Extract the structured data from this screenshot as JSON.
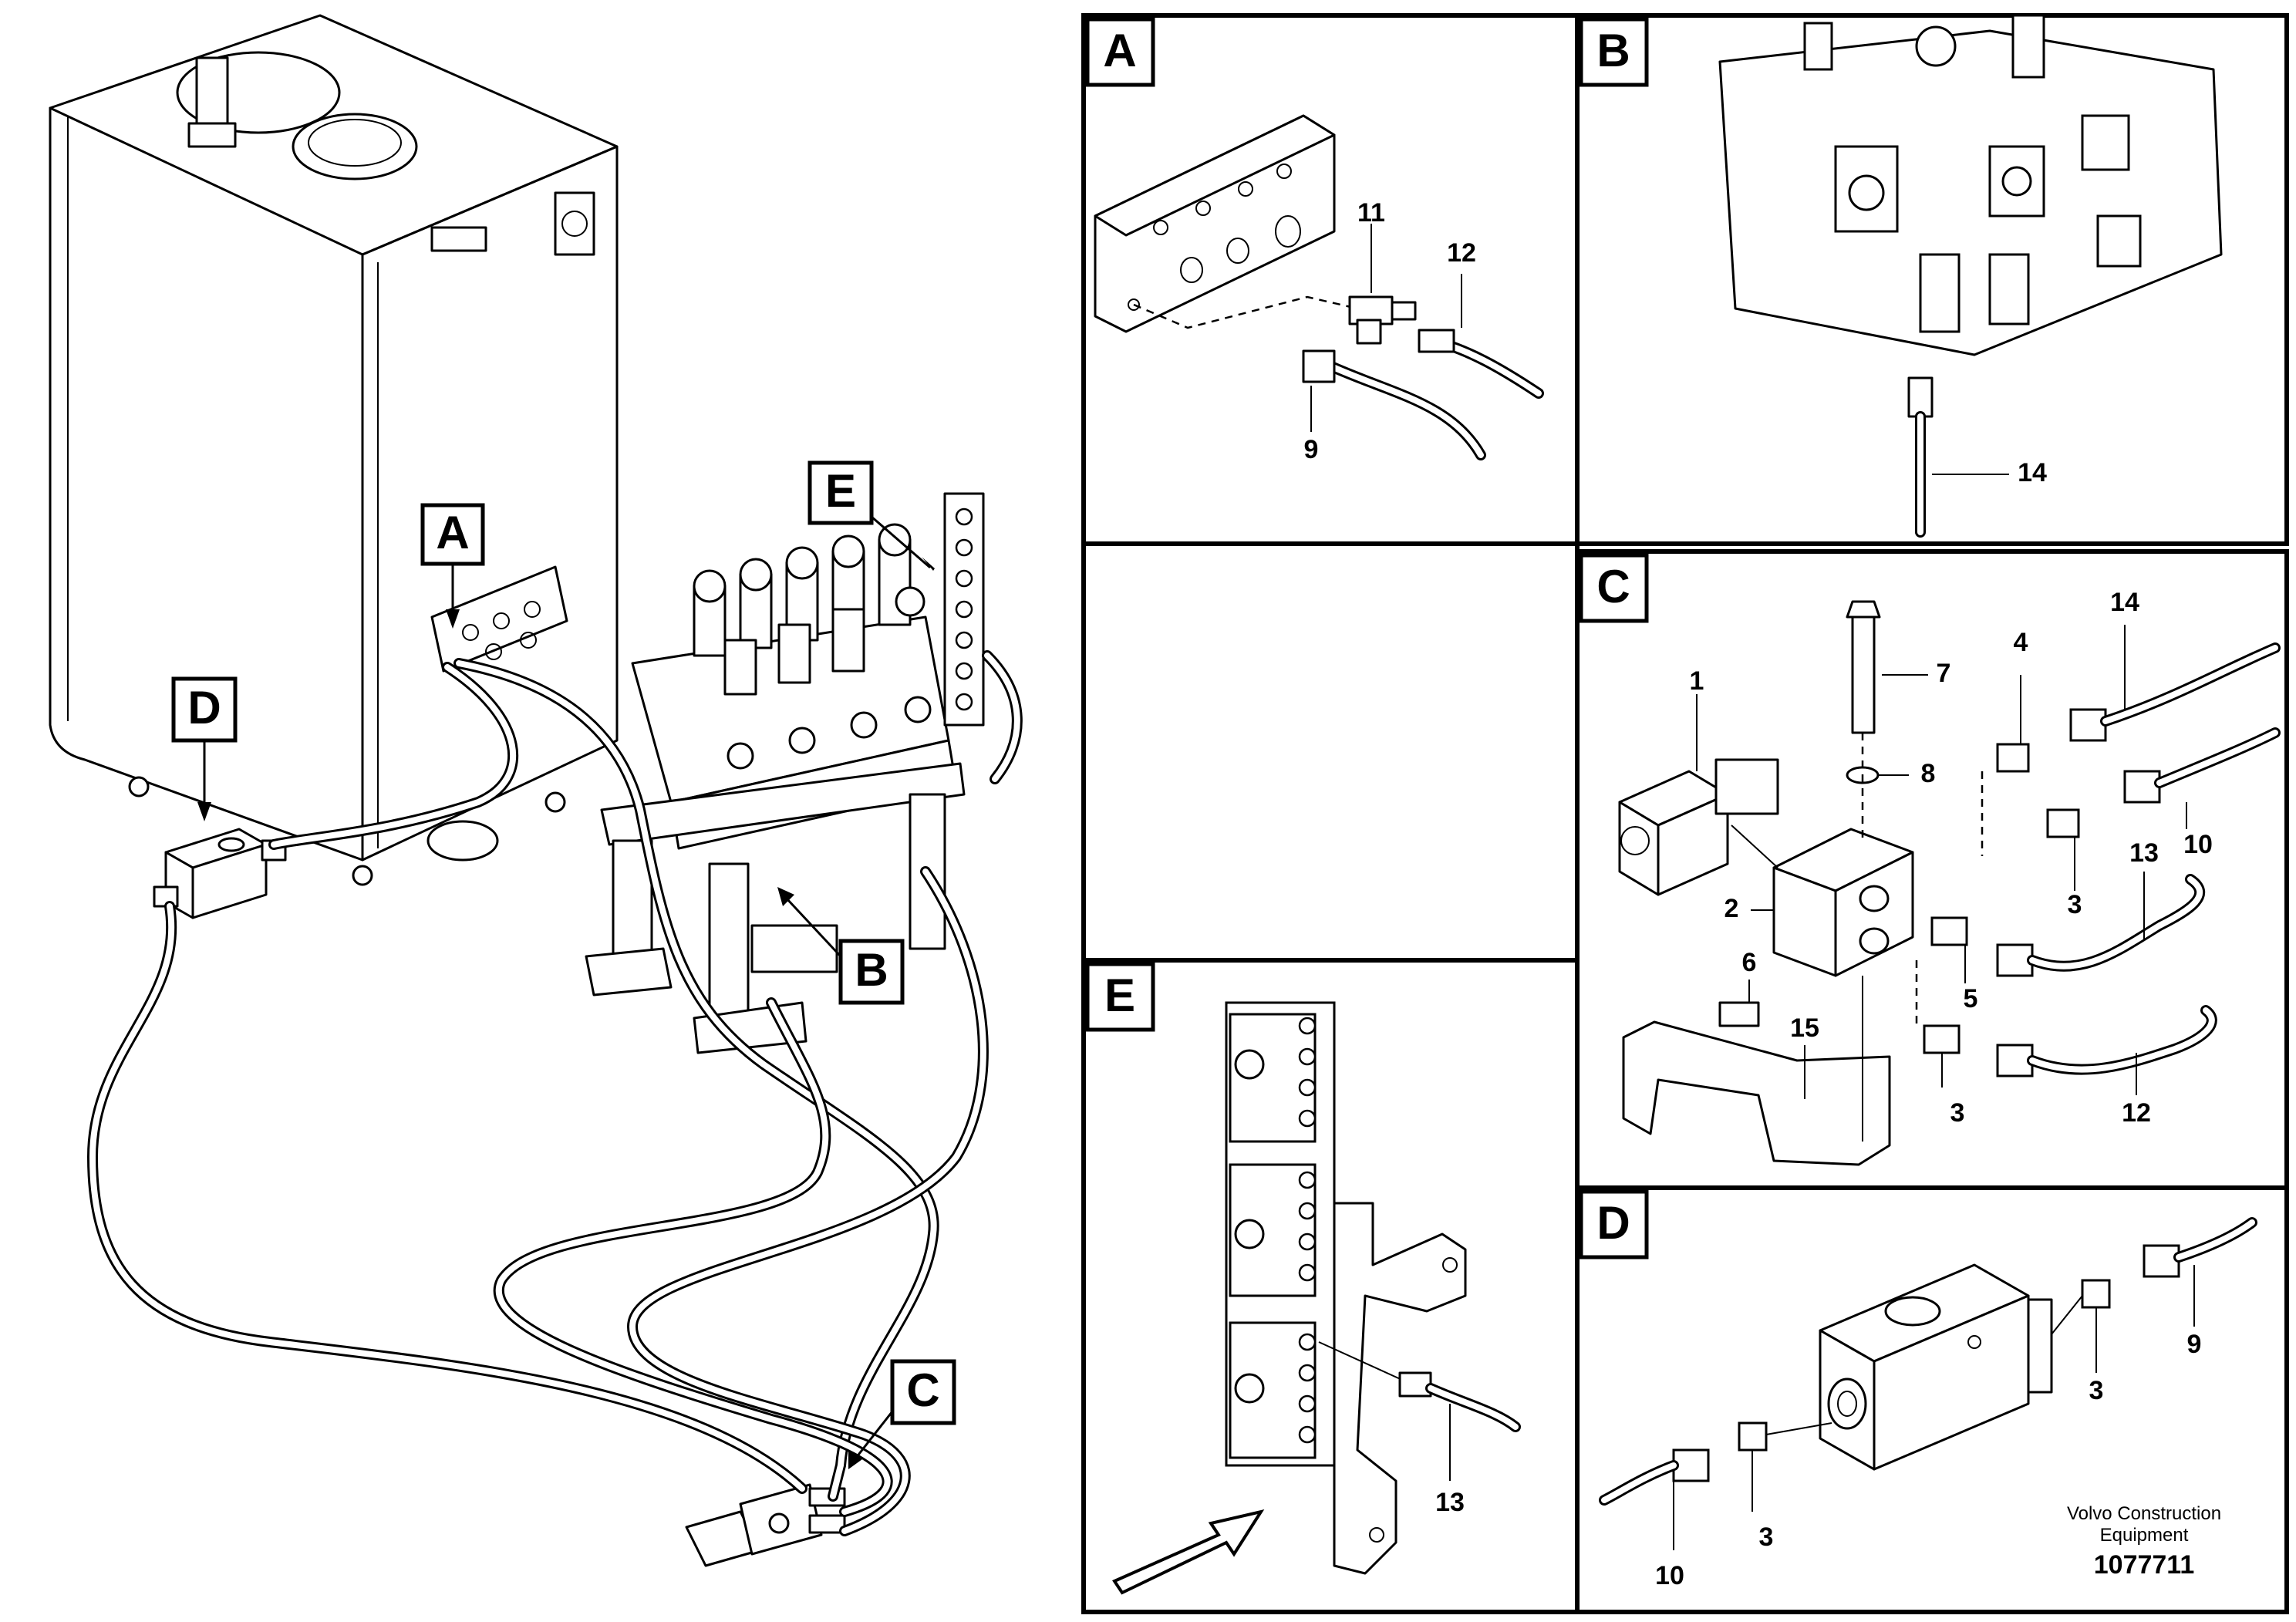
{
  "callouts": {
    "A": "A",
    "B": "B",
    "C": "C",
    "D": "D",
    "E": "E"
  },
  "panels": {
    "A": {
      "tag": "A",
      "labels": [
        "11",
        "12",
        "9"
      ]
    },
    "B": {
      "tag": "B",
      "labels": [
        "14"
      ]
    },
    "C": {
      "tag": "C",
      "labels": [
        "1",
        "7",
        "8",
        "2",
        "4",
        "14",
        "3",
        "10",
        "13",
        "6",
        "5",
        "15",
        "3",
        "12"
      ]
    },
    "E": {
      "tag": "E",
      "labels": [
        "13"
      ]
    },
    "D": {
      "tag": "D",
      "labels": [
        "3",
        "9",
        "3",
        "10"
      ]
    }
  },
  "footer": {
    "company_line1": "Volvo Construction",
    "company_line2": "Equipment",
    "drawing_number": "1077711"
  }
}
